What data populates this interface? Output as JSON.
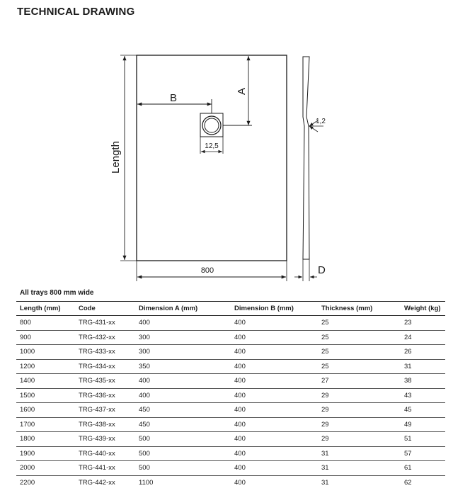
{
  "title": "TECHNICAL DRAWING",
  "drawing": {
    "label_a": "A",
    "label_b": "B",
    "label_length": "Length",
    "label_width": "800",
    "label_drain": "12,5",
    "label_slope": "1,2",
    "label_d": "D"
  },
  "caption": "All trays 800 mm wide",
  "table": {
    "headers": [
      "Length (mm)",
      "Code",
      "Dimension A (mm)",
      "Dimension B (mm)",
      "Thickness (mm)",
      "Weight (kg)"
    ],
    "rows": [
      [
        "800",
        "TRG-431-xx",
        "400",
        "400",
        "25",
        "23"
      ],
      [
        "900",
        "TRG-432-xx",
        "300",
        "400",
        "25",
        "24"
      ],
      [
        "1000",
        "TRG-433-xx",
        "300",
        "400",
        "25",
        "26"
      ],
      [
        "1200",
        "TRG-434-xx",
        "350",
        "400",
        "25",
        "31"
      ],
      [
        "1400",
        "TRG-435-xx",
        "400",
        "400",
        "27",
        "38"
      ],
      [
        "1500",
        "TRG-436-xx",
        "400",
        "400",
        "29",
        "43"
      ],
      [
        "1600",
        "TRG-437-xx",
        "450",
        "400",
        "29",
        "45"
      ],
      [
        "1700",
        "TRG-438-xx",
        "450",
        "400",
        "29",
        "49"
      ],
      [
        "1800",
        "TRG-439-xx",
        "500",
        "400",
        "29",
        "51"
      ],
      [
        "1900",
        "TRG-440-xx",
        "500",
        "400",
        "31",
        "57"
      ],
      [
        "2000",
        "TRG-441-xx",
        "500",
        "400",
        "31",
        "61"
      ],
      [
        "2200",
        "TRG-442-xx",
        "1100",
        "400",
        "31",
        "62"
      ]
    ]
  }
}
